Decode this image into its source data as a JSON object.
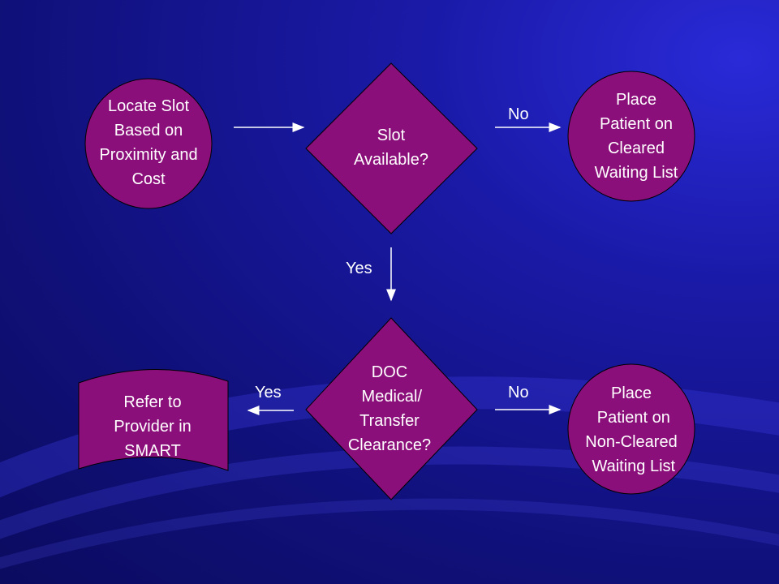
{
  "colors": {
    "node_fill": "#8b0f7a",
    "node_stroke": "#000000",
    "arrow": "#ffffff",
    "text": "#ffffff"
  },
  "nodes": {
    "locate_slot": "Locate Slot\nBased on\nProximity and\nCost",
    "slot_available": "Slot\nAvailable?",
    "cleared_list": "Place\nPatient on\nCleared\nWaiting List",
    "doc_clearance": "DOC\n Medical/\nTransfer\nClearance?",
    "refer_provider": "Refer to\nProvider in\nSMART",
    "non_cleared_list": "Place\n Patient on\nNon-Cleared\n Waiting List"
  },
  "edges": {
    "slot_no": "No",
    "slot_yes": "Yes",
    "doc_yes": "Yes",
    "doc_no": "No"
  }
}
